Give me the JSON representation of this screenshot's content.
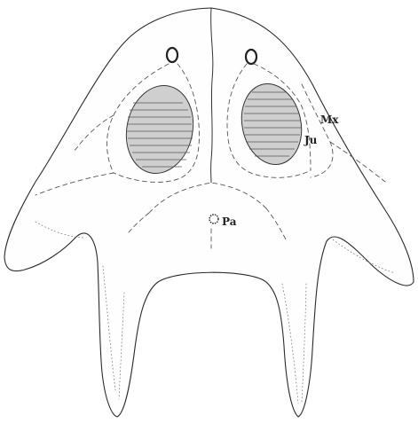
{
  "figure": {
    "labels": {
      "maxilla": "Mx",
      "jugal": "Ju",
      "parietal_foramen": "Pa"
    }
  }
}
